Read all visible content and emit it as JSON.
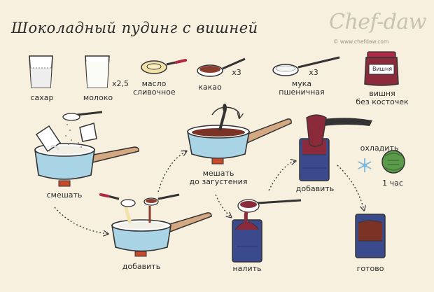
{
  "title": "Шоколадный пудинг с вишней",
  "brand": {
    "name": "Chef-daw",
    "site": "© www.chefdaw.com"
  },
  "ingredients": [
    {
      "label": "сахар",
      "icon": "sugar-glass-icon"
    },
    {
      "label": "молоко",
      "icon": "milk-glass-icon",
      "qty": "x2,5"
    },
    {
      "label": "масло\nсливочное",
      "icon": "butter-spoon-icon"
    },
    {
      "label": "какао",
      "icon": "cocoa-spoon-icon",
      "qty": "x3"
    },
    {
      "label": "мука\nпшеничная",
      "icon": "flour-spoon-icon",
      "qty": "x3"
    },
    {
      "label": "вишня\nбез косточек",
      "icon": "cherry-jar-icon",
      "jar_text": "Вишня"
    }
  ],
  "steps": [
    {
      "label": "смешать"
    },
    {
      "label": "добавить"
    },
    {
      "label": "мешать\nдо загустения"
    },
    {
      "label": "налить"
    },
    {
      "label": "добавить"
    },
    {
      "label": "готово"
    }
  ],
  "cooling": {
    "label": "охладить",
    "time": "1 час"
  },
  "colors": {
    "background": "#f7f0df",
    "pan": "#a9d4e6",
    "pan_handle": "#d4a880",
    "chocolate": "#7a3324",
    "cherry": "#8b2a3a",
    "glass": "#3b4a8c",
    "flame": "#c84a2a",
    "timer": "#5a9a4a"
  }
}
